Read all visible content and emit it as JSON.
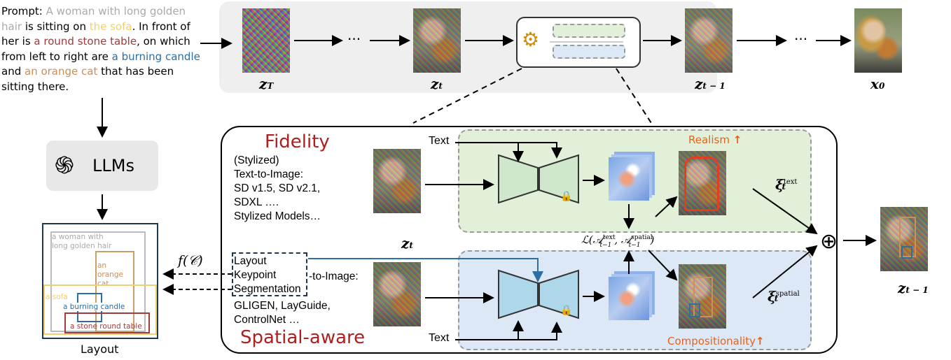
{
  "prompt": {
    "p1": "Prompt: ",
    "s1": "A woman with long golden hair",
    "p2": " is sitting on ",
    "s2": "the sofa",
    "p3": ". In front of her is ",
    "s3": "a round stone table",
    "p4": ", on which from left to right are ",
    "s4": "a burning candle",
    "p5": " and ",
    "s5": "an orange cat",
    "p6": " that has been sitting there."
  },
  "top": {
    "lbl_T": "T",
    "lbl_t": "t",
    "lbl_t1": "t − 1",
    "lbl_x0": "0",
    "dots": "···"
  },
  "llm": {
    "label": "LLMs"
  },
  "layout_box": {
    "caption": "Layout",
    "woman": "a woman with long golden hair",
    "cat": "an orange cat",
    "sofa": "a sofa",
    "candle": "a burning candle",
    "table": "a stone round table"
  },
  "fc_label": "f(𝒞)",
  "fidelity": {
    "title": "Fidelity",
    "lines": [
      "(Stylized)",
      "Text-to-Image:",
      "SD v1.5, SD v2.1,",
      "SDXL ….",
      "Stylized Models…"
    ]
  },
  "spatial": {
    "title": "Spatial-aware",
    "options": [
      "Layout",
      "Keypoint",
      "Segmentation"
    ],
    "suffix": "-to-Image:",
    "lines": [
      "GLIGEN, LayGuide,",
      "ControlNet …"
    ]
  },
  "text_label_top": "Text",
  "text_label_bottom": "Text",
  "z_t_mid": "t",
  "loss": "ℒ(𝒜",
  "loss_sup1": "text",
  "loss_sub1": "t−1",
  "loss_mid": ", 𝒜",
  "loss_sup2": "spatial",
  "loss_sub2": "t−1",
  "loss_end": ")",
  "xi_text_sup": "text",
  "xi_spatial_sup": "spatial",
  "xi_sub": "t",
  "realism": "Realism",
  "compositionality": "Compositionality",
  "oplus": "⊕",
  "out_lbl": "t − 1"
}
